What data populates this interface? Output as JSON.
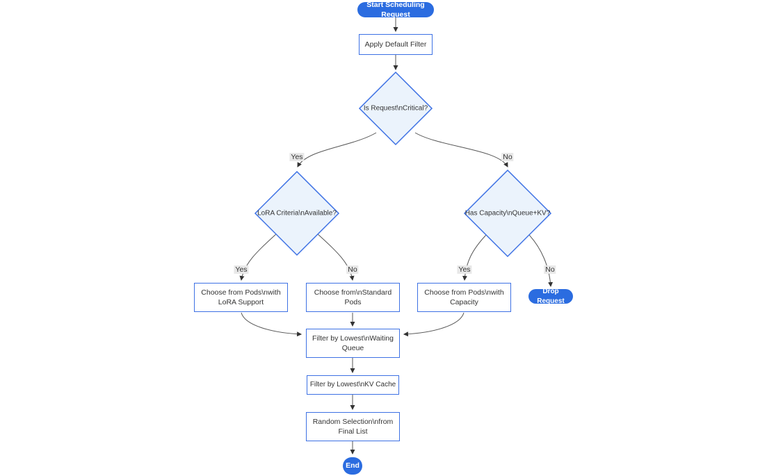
{
  "colors": {
    "accent_blue": "#2b6ce0",
    "node_border": "#3d71e4",
    "node_fill": "#ffffff",
    "decision_fill": "#ebf3fc",
    "edge_line": "#555555",
    "arrowhead": "#333333",
    "label_bg": "#e8e8e8",
    "text": "#333333"
  },
  "nodes": {
    "start": {
      "label": "Start Scheduling Request"
    },
    "apply_filter": {
      "label": "Apply Default Filter"
    },
    "is_critical": {
      "label": "Is Request\\nCritical?"
    },
    "lora_criteria": {
      "label": "LoRA Criteria\\nAvailable?"
    },
    "has_capacity": {
      "label": "Has Capacity\\nQueue+KV?"
    },
    "choose_lora_pods": {
      "label": "Choose from Pods\\nwith LoRA Support"
    },
    "choose_standard_pods": {
      "label": "Choose from\\nStandard Pods"
    },
    "choose_capacity_pods": {
      "label": "Choose from Pods\\nwith Capacity"
    },
    "drop_request": {
      "label": "Drop Request"
    },
    "filter_waiting_queue": {
      "label": "Filter by Lowest\\nWaiting Queue"
    },
    "filter_kv_cache": {
      "label": "Filter by Lowest\\nKV Cache"
    },
    "random_selection": {
      "label": "Random Selection\\nfrom Final List"
    },
    "end": {
      "label": "End"
    }
  },
  "edge_labels": {
    "critical_yes": "Yes",
    "critical_no": "No",
    "lora_yes": "Yes",
    "lora_no": "No",
    "capacity_yes": "Yes",
    "capacity_no": "No"
  }
}
